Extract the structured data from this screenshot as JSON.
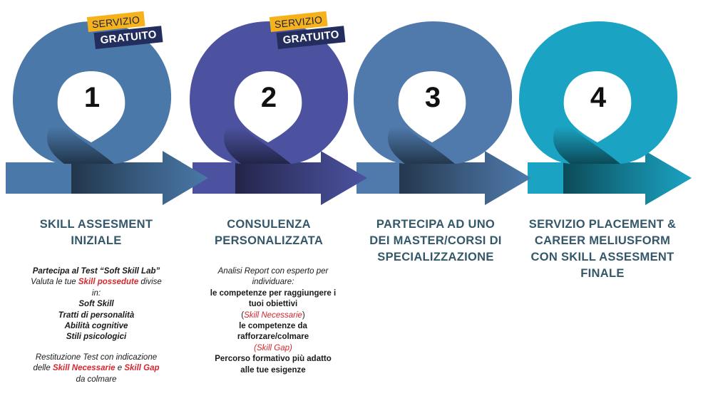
{
  "badge": {
    "top": "SERVIZIO",
    "bottom": "GRATUITO"
  },
  "colors": {
    "step1": "#4a78a8",
    "step2": "#4c52a0",
    "step3": "#4f7aab",
    "step4": "#1aa3c2",
    "title": "#34586a",
    "highlight": "#d7262f",
    "badge_top": "#f5b21a",
    "badge_bottom": "#232d5e"
  },
  "steps": [
    {
      "number": "1",
      "title": "SKILL ASSESMENT\nINIZIALE",
      "desc": {
        "l1": "Partecipa al Test “Soft Skill Lab”",
        "l2a": "Valuta le tue ",
        "l2b": "Skill possedute",
        "l2c": " divise",
        "l3": "in:",
        "l4": "Soft Skill",
        "l5": "Tratti di personalità",
        "l6": "Abilità cognitive",
        "l7": "Stili psicologici",
        "l8": "Restituzione Test con indicazione",
        "l9a": "delle ",
        "l9b": "Skill Necessarie",
        "l9c": " e ",
        "l9d": "Skill Gap",
        "l10": "da colmare"
      }
    },
    {
      "number": "2",
      "title": "CONSULENZA\nPERSONALIZZATA",
      "desc": {
        "l1": "Analisi Report con esperto per",
        "l2": "individuare:",
        "l3": "le competenze per raggiungere i",
        "l4": "tuoi obiettivi",
        "l5a": "(",
        "l5b": "Skill Necessarie",
        "l5c": ")",
        "l6": "le competenze da",
        "l7": "rafforzare/colmare",
        "l8": "(Skill Gap)",
        "l9": "Percorso formativo più adatto",
        "l10": "alle tue esigenze"
      }
    },
    {
      "number": "3",
      "title": "PARTECIPA AD UNO\nDEI MASTER/CORSI DI\nSPECIALIZZAZIONE"
    },
    {
      "number": "4",
      "title": "SERVIZIO PLACEMENT &\nCAREER MELIUSFORM\nCON SKILL ASSESMENT\nFINALE"
    }
  ]
}
